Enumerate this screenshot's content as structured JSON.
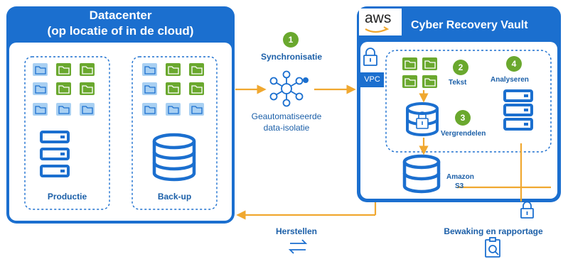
{
  "datacenter": {
    "title_line1": "Datacenter",
    "title_line2": "(op locatie of in de cloud)",
    "production_label": "Productie",
    "backup_label": "Back-up"
  },
  "vault": {
    "aws_logo": "aws",
    "title": "Cyber Recovery Vault",
    "vpc_label": "VPC",
    "step2_label": "Tekst",
    "step3_label": "Vergrendelen",
    "step4_label": "Analyseren",
    "s3_label_line1": "Amazon",
    "s3_label_line2": "S3"
  },
  "sync": {
    "step_number": "1",
    "title": "Synchronisatie",
    "caption_line1": "Geautomatiseerde",
    "caption_line2": "data-isolatie"
  },
  "steps": {
    "two": "2",
    "three": "3",
    "four": "4"
  },
  "restore": {
    "label": "Herstellen"
  },
  "monitoring": {
    "label": "Bewaking en rapportage"
  },
  "colors": {
    "primary_blue": "#1b6fcf",
    "folder_green": "#6aa82e",
    "folder_light": "#a9d0f2",
    "arrow_orange": "#f0a830",
    "text_blue": "#1b5fa8"
  },
  "icons": [
    "folder-icon",
    "server-icon",
    "database-icon",
    "lock-icon",
    "network-hub-icon",
    "refresh-arrows-icon",
    "report-search-icon"
  ]
}
